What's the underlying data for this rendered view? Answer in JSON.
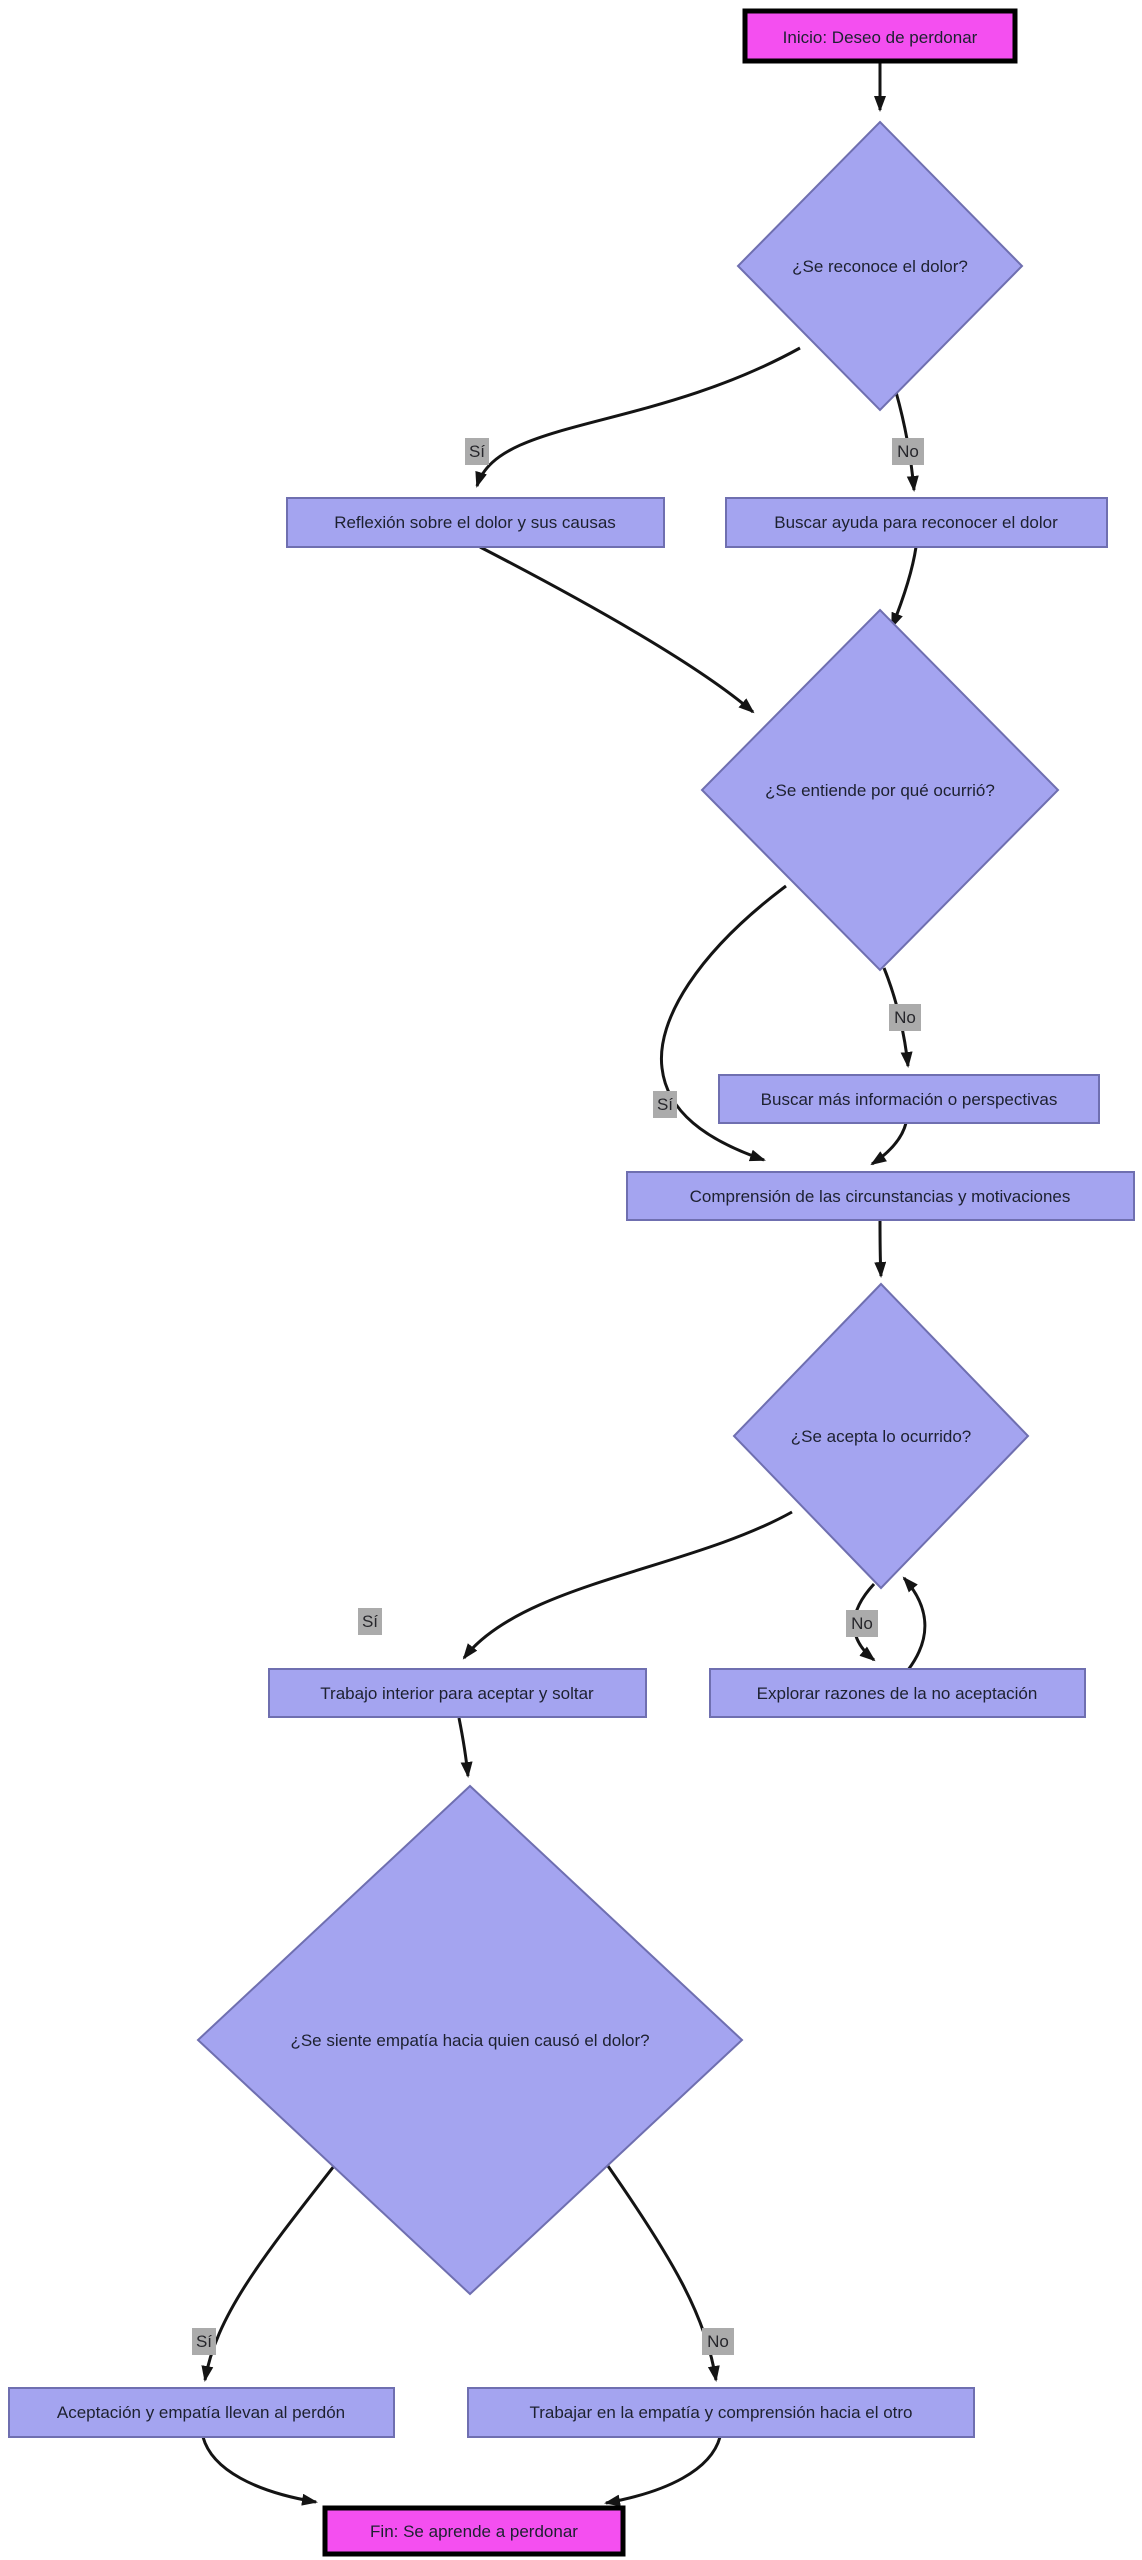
{
  "diagram": {
    "title_hint": "Proceso para aprender a perdonar",
    "background": "#ffffff",
    "colors": {
      "terminal_fill": "#f44ff0",
      "terminal_border": "#000000",
      "process_fill": "#a4a4f0",
      "decision_fill": "#a4a4f0",
      "shape_border": "#6f6fb0",
      "edge": "#141414",
      "edge_label_bg": "#ababab",
      "text": "#1d2130"
    },
    "nodes": {
      "start": {
        "type": "terminal",
        "label": "Inicio: Deseo de perdonar"
      },
      "reconoce": {
        "type": "decision",
        "label": "¿Se reconoce el dolor?"
      },
      "reflexion": {
        "type": "process",
        "label": "Reflexión sobre el dolor y sus causas"
      },
      "buscar_ayuda": {
        "type": "process",
        "label": "Buscar ayuda para reconocer el dolor"
      },
      "entiende": {
        "type": "decision",
        "label": "¿Se entiende por qué ocurrió?"
      },
      "buscar_mas": {
        "type": "process",
        "label": "Buscar más información o perspectivas"
      },
      "comprension": {
        "type": "process",
        "label": "Comprensión de las circunstancias y motivaciones"
      },
      "acepta": {
        "type": "decision",
        "label": "¿Se acepta lo ocurrido?"
      },
      "trabajo_interior": {
        "type": "process",
        "label": "Trabajo interior para aceptar y soltar"
      },
      "explorar": {
        "type": "process",
        "label": "Explorar razones de la no aceptación"
      },
      "empatia": {
        "type": "decision",
        "label": "¿Se siente empatía hacia quien causó el dolor?"
      },
      "aceptacion_perdon": {
        "type": "process",
        "label": "Aceptación y empatía llevan al perdón"
      },
      "trabajar_empatia": {
        "type": "process",
        "label": "Trabajar en la empatía y comprensión hacia el otro"
      },
      "fin": {
        "type": "terminal",
        "label": "Fin: Se aprende a perdonar"
      }
    },
    "edges": [
      {
        "from": "start",
        "to": "reconoce",
        "label": ""
      },
      {
        "from": "reconoce",
        "to": "reflexion",
        "label": "Sí"
      },
      {
        "from": "reconoce",
        "to": "buscar_ayuda",
        "label": "No"
      },
      {
        "from": "reflexion",
        "to": "entiende",
        "label": ""
      },
      {
        "from": "buscar_ayuda",
        "to": "entiende",
        "label": ""
      },
      {
        "from": "entiende",
        "to": "comprension",
        "label": "Sí"
      },
      {
        "from": "entiende",
        "to": "buscar_mas",
        "label": "No"
      },
      {
        "from": "buscar_mas",
        "to": "comprension",
        "label": ""
      },
      {
        "from": "comprension",
        "to": "acepta",
        "label": ""
      },
      {
        "from": "acepta",
        "to": "trabajo_interior",
        "label": "Sí"
      },
      {
        "from": "acepta",
        "to": "explorar",
        "label": "No"
      },
      {
        "from": "explorar",
        "to": "acepta",
        "label": ""
      },
      {
        "from": "trabajo_interior",
        "to": "empatia",
        "label": ""
      },
      {
        "from": "empatia",
        "to": "aceptacion_perdon",
        "label": "Sí"
      },
      {
        "from": "empatia",
        "to": "trabajar_empatia",
        "label": "No"
      },
      {
        "from": "aceptacion_perdon",
        "to": "fin",
        "label": ""
      },
      {
        "from": "trabajar_empatia",
        "to": "fin",
        "label": ""
      }
    ]
  }
}
